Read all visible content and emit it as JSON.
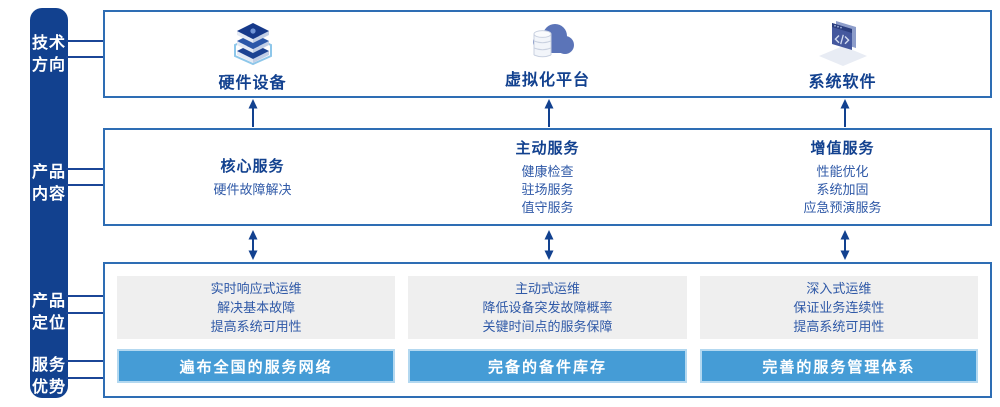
{
  "colors": {
    "sidebar_blue": "#12418f",
    "panel_border_blue": "#2e6db4",
    "title_text_blue": "#12418f",
    "body_text_blue": "#2f59a7",
    "banner_blue": "#459cd6",
    "banner_border_light": "#b3d8f0",
    "panel_gray": "#efefef",
    "connector_blue": "#1b4697"
  },
  "sidebar": {
    "items": [
      {
        "line1": "技术",
        "line2": "方向"
      },
      {
        "line1": "产品",
        "line2": "内容"
      },
      {
        "line1": "产品",
        "line2": "定位"
      },
      {
        "line1": "服务",
        "line2": "优势"
      }
    ]
  },
  "tech_row": {
    "items": [
      {
        "icon": "server-stack-icon",
        "label": "硬件设备"
      },
      {
        "icon": "cloud-database-icon",
        "label": "虚拟化平台"
      },
      {
        "icon": "code-window-icon",
        "label": "系统软件"
      }
    ]
  },
  "service_row": {
    "columns": [
      {
        "title": "核心服务",
        "items": [
          "硬件故障解决"
        ]
      },
      {
        "title": "主动服务",
        "items": [
          "健康检查",
          "驻场服务",
          "值守服务"
        ]
      },
      {
        "title": "增值服务",
        "items": [
          "性能优化",
          "系统加固",
          "应急预演服务"
        ]
      }
    ]
  },
  "position_row": {
    "columns": [
      {
        "points": [
          "实时响应式运维",
          "解决基本故障",
          "提高系统可用性"
        ],
        "banner": "遍布全国的服务网络"
      },
      {
        "points": [
          "主动式运维",
          "降低设备突发故障概率",
          "关键时间点的服务保障"
        ],
        "banner": "完备的备件库存"
      },
      {
        "points": [
          "深入式运维",
          "保证业务连续性",
          "提高系统可用性"
        ],
        "banner": "完善的服务管理体系"
      }
    ]
  }
}
